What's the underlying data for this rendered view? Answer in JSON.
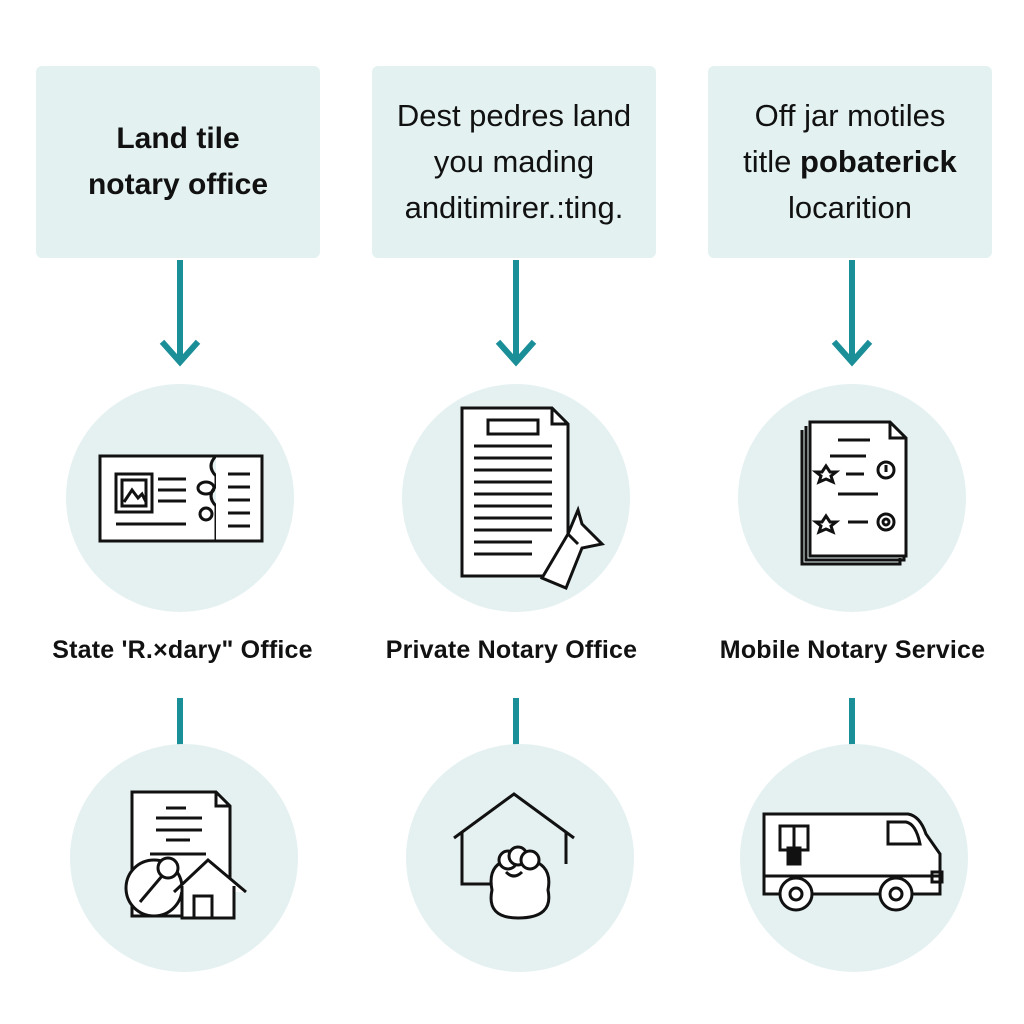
{
  "columns": [
    {
      "box": {
        "lines": [
          "Land tile",
          "notary office"
        ]
      },
      "label": "State 'R.×dary\" Office",
      "top_icon": "land-title-certificate-icon",
      "bottom_icon": "document-house-magnifier-icon"
    },
    {
      "box": {
        "lines": [
          "Dest pedres land",
          "you mading",
          "anditimirer.:ting."
        ]
      },
      "label": "Private Notary Office",
      "top_icon": "notarized-document-pen-icon",
      "bottom_icon": "house-people-icon"
    },
    {
      "box": {
        "line1": "Off jar motiles",
        "line2_pre": "title ",
        "line2_bold": "pobaterick",
        "line3": "locarition"
      },
      "label": "Mobile Notary Service",
      "top_icon": "document-stack-checklist-icon",
      "bottom_icon": "van-icon"
    }
  ],
  "colors": {
    "box_bg": "#e3f1f1",
    "circle_bg": "#e5f1f1",
    "arrow": "#1a8f98",
    "icon_stroke": "#111111"
  }
}
